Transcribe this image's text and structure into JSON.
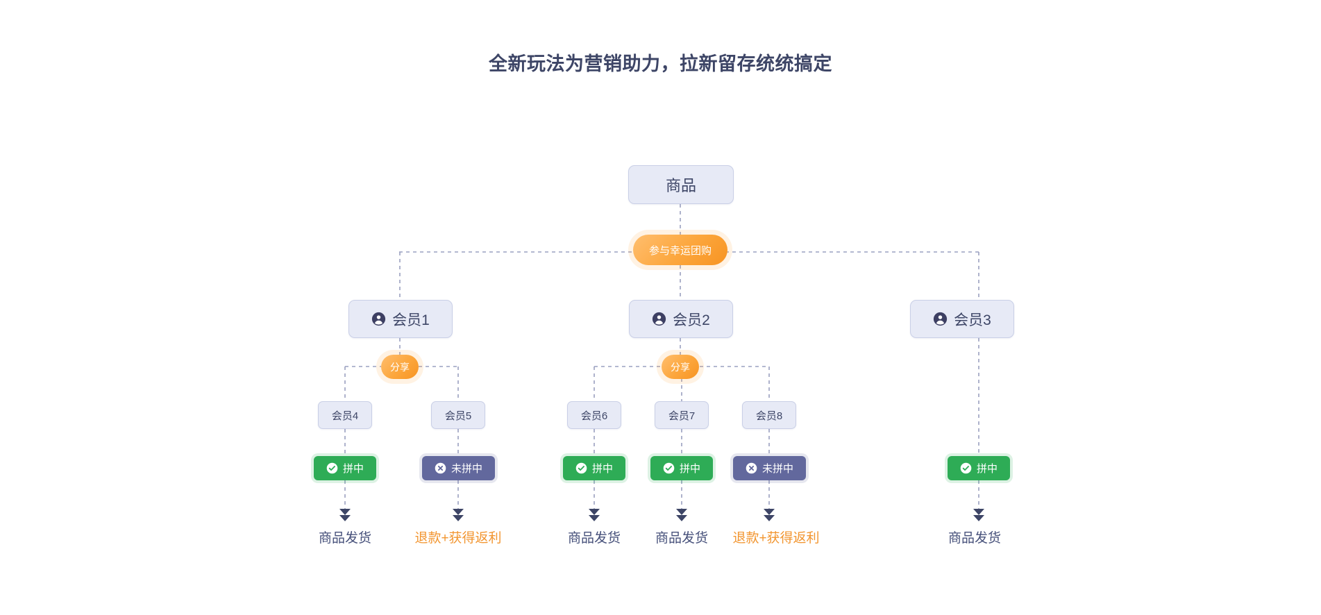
{
  "header": {
    "title": "全新玩法为营销助力，拉新留存统统搞定"
  },
  "colors": {
    "title": "#3d4566",
    "box_bg": "#e7eaf6",
    "box_border": "#c9cfe6",
    "box_text": "#3d4566",
    "pill_orange_from": "#ffbe6e",
    "pill_orange_to": "#f79423",
    "badge_win_green": "#2eac56",
    "badge_lose_slate": "#62689d",
    "wire_dash": "#9aa0c0",
    "outcome_ship": "#46507a",
    "outcome_refund": "#f2952f"
  },
  "flow": {
    "root": {
      "label": "商品",
      "icon": "none"
    },
    "action_join": {
      "label": "参与幸运团购",
      "icon": "none"
    },
    "members_l1": [
      {
        "id": "m1",
        "label": "会员1",
        "icon": "user-icon"
      },
      {
        "id": "m2",
        "label": "会员2",
        "icon": "user-icon"
      },
      {
        "id": "m3",
        "label": "会员3",
        "icon": "user-icon"
      }
    ],
    "action_share_left": {
      "label": "分享"
    },
    "action_share_mid": {
      "label": "分享"
    },
    "members_l2": [
      {
        "id": "m4",
        "label": "会员4"
      },
      {
        "id": "m5",
        "label": "会员5"
      },
      {
        "id": "m6",
        "label": "会员6"
      },
      {
        "id": "m7",
        "label": "会员7"
      },
      {
        "id": "m8",
        "label": "会员8"
      }
    ],
    "statuses": [
      {
        "id": "s4",
        "label": "拼中",
        "state": "win",
        "icon": "check-circle-icon"
      },
      {
        "id": "s5",
        "label": "未拼中",
        "state": "lose",
        "icon": "x-circle-icon"
      },
      {
        "id": "s6",
        "label": "拼中",
        "state": "win",
        "icon": "check-circle-icon"
      },
      {
        "id": "s7",
        "label": "拼中",
        "state": "win",
        "icon": "check-circle-icon"
      },
      {
        "id": "s8",
        "label": "未拼中",
        "state": "lose",
        "icon": "x-circle-icon"
      },
      {
        "id": "s3",
        "label": "拼中",
        "state": "win",
        "icon": "check-circle-icon"
      }
    ],
    "outcomes": [
      {
        "id": "o4",
        "label": "商品发货",
        "kind": "ship"
      },
      {
        "id": "o5",
        "label": "退款+获得返利",
        "kind": "refund"
      },
      {
        "id": "o6",
        "label": "商品发货",
        "kind": "ship"
      },
      {
        "id": "o7",
        "label": "商品发货",
        "kind": "ship"
      },
      {
        "id": "o8",
        "label": "退款+获得返利",
        "kind": "refund"
      },
      {
        "id": "o3",
        "label": "商品发货",
        "kind": "ship"
      }
    ]
  }
}
